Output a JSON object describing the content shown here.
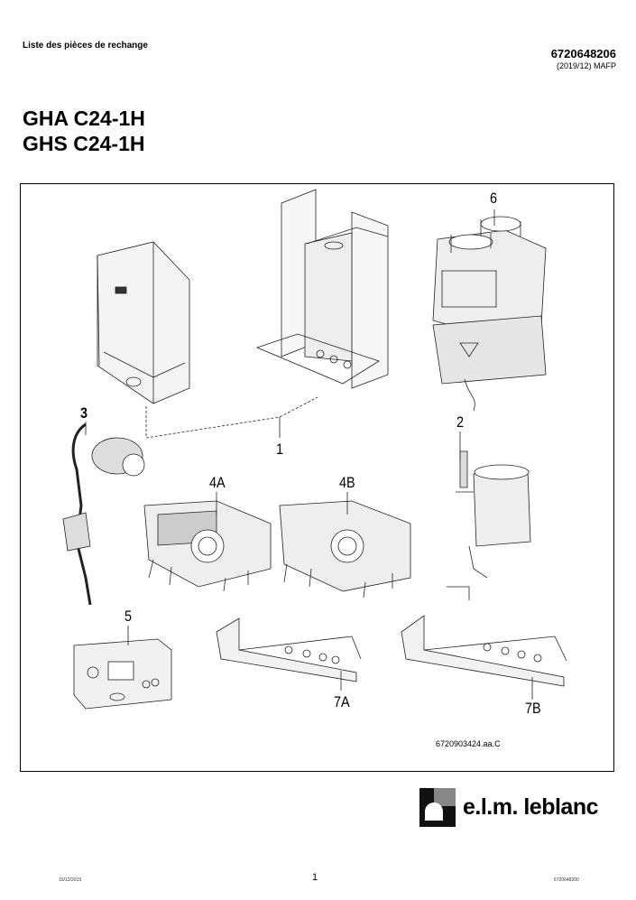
{
  "header": {
    "doc_type": "Liste des pièces de rechange",
    "doc_number": "6720648206",
    "doc_date": "(2019/12) MAFP"
  },
  "title": {
    "line1": "GHA C24-1H",
    "line2": "GHS C24-1H"
  },
  "diagram": {
    "callouts": {
      "c1": "1",
      "c2": "2",
      "c3": "3",
      "c4a": "4A",
      "c4b": "4B",
      "c5": "5",
      "c6": "6",
      "c7a": "7A",
      "c7b": "7B"
    },
    "reference": "6720903424.aa.C"
  },
  "brand": {
    "name": "e.l.m. leblanc"
  },
  "footer": {
    "date": "10/12/2019",
    "page": "1",
    "ref": "6720648200"
  }
}
